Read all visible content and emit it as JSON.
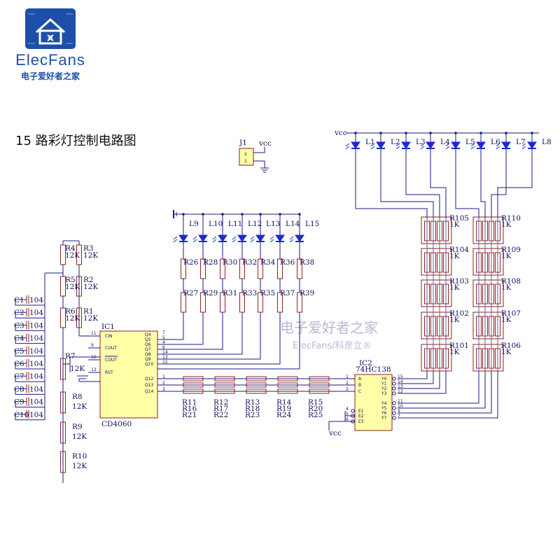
{
  "colors": {
    "wire": "#1a1a80",
    "part": "#8a2222",
    "ic_fill": "#ffffa8",
    "led": "#1b2bd0",
    "logo": "#1e4fa8",
    "watermark": "#b9b9d6"
  },
  "logo": {
    "name": "ElecFans",
    "subtitle": "电子爱好者之家"
  },
  "title": "15 路彩灯控制电路图",
  "watermark": {
    "line1": "电子爱好者之家",
    "line2": "ElecFans/科彦立®"
  },
  "j1": {
    "ref": "J1",
    "pin2": "2",
    "pin1": "1",
    "vcc": "vcc"
  },
  "vcc_labels": {
    "top_right": "vcc",
    "ic2": "vcc"
  },
  "ic1": {
    "ref": "IC1",
    "part": "CD4060",
    "left_pins": [
      {
        "name": "CIN",
        "num": "11"
      },
      {
        "name": "COUT",
        "num": "9"
      },
      {
        "name": "COUT",
        "num": "10"
      },
      {
        "name": "RST",
        "num": "12"
      }
    ],
    "right_pins": [
      {
        "name": "Q4",
        "num": "7"
      },
      {
        "name": "Q5",
        "num": "5"
      },
      {
        "name": "Q6",
        "num": "4"
      },
      {
        "name": "Q7",
        "num": "6"
      },
      {
        "name": "Q8",
        "num": "14"
      },
      {
        "name": "Q9",
        "num": "13"
      },
      {
        "name": "Q10",
        "num": "15"
      },
      {
        "name": "Q12",
        "num": "1"
      },
      {
        "name": "Q13",
        "num": "2"
      },
      {
        "name": "Q14",
        "num": "3"
      }
    ]
  },
  "ic2": {
    "ref": "IC2",
    "part": "74HC138",
    "left_pins": [
      {
        "name": "A",
        "num": "1"
      },
      {
        "name": "B",
        "num": "2"
      },
      {
        "name": "C",
        "num": "3"
      },
      {
        "name": "E1",
        "num": "4"
      },
      {
        "name": "E2",
        "num": "5"
      },
      {
        "name": "E3",
        "num": "6"
      }
    ],
    "right_pins": [
      {
        "name": "Y0",
        "num": "15"
      },
      {
        "name": "Y1",
        "num": "14"
      },
      {
        "name": "Y2",
        "num": "13"
      },
      {
        "name": "Y3",
        "num": "12"
      },
      {
        "name": "Y4",
        "num": "11"
      },
      {
        "name": "Y5",
        "num": "10"
      },
      {
        "name": "Y6",
        "num": "9"
      },
      {
        "name": "Y7",
        "num": "7"
      }
    ]
  },
  "capacitors": [
    {
      "ref": "C1",
      "value": "104"
    },
    {
      "ref": "C2",
      "value": "104"
    },
    {
      "ref": "C3",
      "value": "104"
    },
    {
      "ref": "C4",
      "value": "104"
    },
    {
      "ref": "C5",
      "value": "104"
    },
    {
      "ref": "C6",
      "value": "104"
    },
    {
      "ref": "C7",
      "value": "104"
    },
    {
      "ref": "C8",
      "value": "104"
    },
    {
      "ref": "C9",
      "value": "104"
    },
    {
      "ref": "C10",
      "value": "104"
    }
  ],
  "left_resistors_a": [
    {
      "ref": "R4",
      "value": "12K"
    },
    {
      "ref": "R5",
      "value": "12K"
    },
    {
      "ref": "R6",
      "value": "12K"
    }
  ],
  "left_resistors_b": [
    {
      "ref": "R3",
      "value": "12K"
    },
    {
      "ref": "R2",
      "value": "12K"
    },
    {
      "ref": "R1",
      "value": "12K"
    }
  ],
  "chain_resistors": [
    {
      "ref": "R7",
      "value": "12K"
    },
    {
      "ref": "R8",
      "value": "12K"
    },
    {
      "ref": "R9",
      "value": "12K"
    },
    {
      "ref": "R10",
      "value": "12K"
    }
  ],
  "middle_leds": [
    "L9",
    "L10",
    "L11",
    "L12",
    "L13",
    "L14",
    "L15"
  ],
  "middle_res_top": [
    "R26",
    "R28",
    "R30",
    "R32",
    "R34",
    "R36",
    "R38"
  ],
  "middle_res_bot": [
    "R27",
    "R29",
    "R31",
    "R33",
    "R35",
    "R37",
    "R39"
  ],
  "horizontal_res_cols": [
    [
      "R11",
      "R16",
      "R21"
    ],
    [
      "R12",
      "R17",
      "R22"
    ],
    [
      "R13",
      "R18",
      "R23"
    ],
    [
      "R14",
      "R19",
      "R24"
    ],
    [
      "R15",
      "R20",
      "R25"
    ]
  ],
  "top_leds": [
    "L1",
    "L2",
    "L3",
    "L4",
    "L5",
    "L6",
    "L7",
    "L8"
  ],
  "res_bank_1": [
    {
      "ref": "R105",
      "value": "1K"
    },
    {
      "ref": "R104",
      "value": "1K"
    },
    {
      "ref": "R103",
      "value": "1K"
    },
    {
      "ref": "R102",
      "value": "1K"
    },
    {
      "ref": "R101",
      "value": "1K"
    }
  ],
  "res_bank_2": [
    {
      "ref": "R110",
      "value": "1K"
    },
    {
      "ref": "R109",
      "value": "1K"
    },
    {
      "ref": "R108",
      "value": "1K"
    },
    {
      "ref": "R107",
      "value": "1K"
    },
    {
      "ref": "R106",
      "value": "1K"
    }
  ]
}
